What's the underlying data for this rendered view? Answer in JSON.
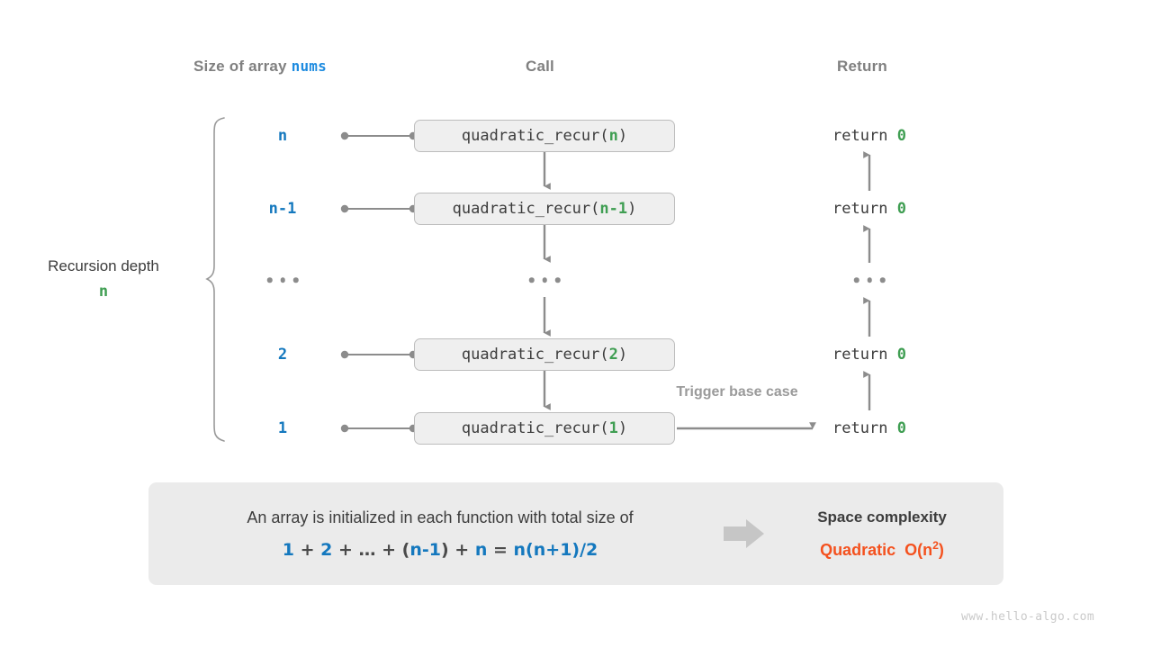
{
  "headers": {
    "left": "Size of array ",
    "left_code": "nums",
    "middle": "Call",
    "right": "Return"
  },
  "depth": {
    "title": "Recursion depth",
    "value": "n"
  },
  "rows": [
    {
      "size": "n",
      "call_prefix": "quadratic_recur(",
      "call_arg": "n",
      "call_suffix": ")",
      "return_text": "return ",
      "return_value": "0"
    },
    {
      "size": "n-1",
      "call_prefix": "quadratic_recur(",
      "call_arg": "n-1",
      "call_suffix": ")",
      "return_text": "return ",
      "return_value": "0"
    },
    {
      "size": "...",
      "call_prefix": "",
      "call_arg": "",
      "call_suffix": "",
      "return_text": "",
      "return_value": ""
    },
    {
      "size": "2",
      "call_prefix": "quadratic_recur(",
      "call_arg": "2",
      "call_suffix": ")",
      "return_text": "return ",
      "return_value": "0"
    },
    {
      "size": "1",
      "call_prefix": "quadratic_recur(",
      "call_arg": "1",
      "call_suffix": ")",
      "return_text": "return ",
      "return_value": "0"
    }
  ],
  "trigger_label": "Trigger base case",
  "summary": {
    "line1": "An array is initialized in each function with total size of",
    "formula": {
      "t1": "1",
      "op1": " + ",
      "t2": "2",
      "op2": " + ",
      "t3": "…",
      "op3": " + ",
      "p1": "(",
      "t4": "n-1",
      "p2": ")",
      "op4": " + ",
      "t5": "n",
      "eq": " = ",
      "t6": "n(n+1)/2"
    },
    "arrow_icon": "right-block-arrow",
    "title": "Space complexity",
    "value_name": "Quadratic",
    "value_notation_pre": "O(n",
    "value_notation_sup": "2",
    "value_notation_post": ")"
  },
  "watermark": "www.hello-algo.com",
  "colors": {
    "blue": "#1478be",
    "green": "#3f9e52",
    "orange": "#f4511e",
    "gray_text": "#808080",
    "line": "#8c8c8c",
    "box_fill": "#efefef",
    "box_border": "#bdbdbd",
    "panel_fill": "#ebebeb"
  }
}
